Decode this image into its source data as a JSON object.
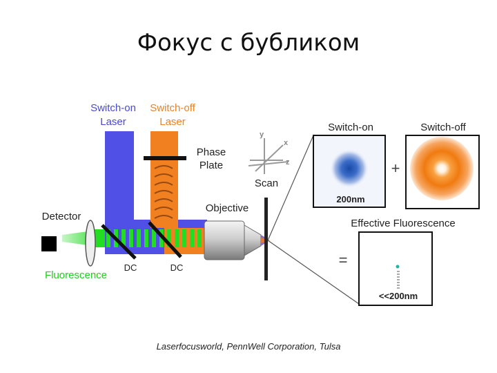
{
  "title": "Фокус с бубликом",
  "credit": "Laserfocusworld, PennWell Corporation, Tulsa",
  "diagram": {
    "switch_on_laser": [
      "Switch-on",
      "Laser"
    ],
    "switch_off_laser": [
      "Switch-off",
      "Laser"
    ],
    "phase_plate": [
      "Phase",
      "Plate"
    ],
    "scan": "Scan",
    "axes": {
      "x": "x",
      "y": "y",
      "z": "z"
    },
    "objective": "Objective",
    "detector": "Detector",
    "fluorescence": "Fluorescence",
    "dc_left": "DC",
    "dc_right": "DC",
    "switch_on_panel": {
      "title": "Switch-on",
      "scale": "200nm"
    },
    "switch_off_panel": {
      "title": "Switch-off"
    },
    "plus": "+",
    "effective": {
      "title": "Effective Fluorescence",
      "equals": "=",
      "scale": "<<200nm"
    },
    "colors": {
      "switch_on": "#5050e6",
      "switch_off": "#f08020",
      "fluorescence": "#22dd22"
    }
  }
}
